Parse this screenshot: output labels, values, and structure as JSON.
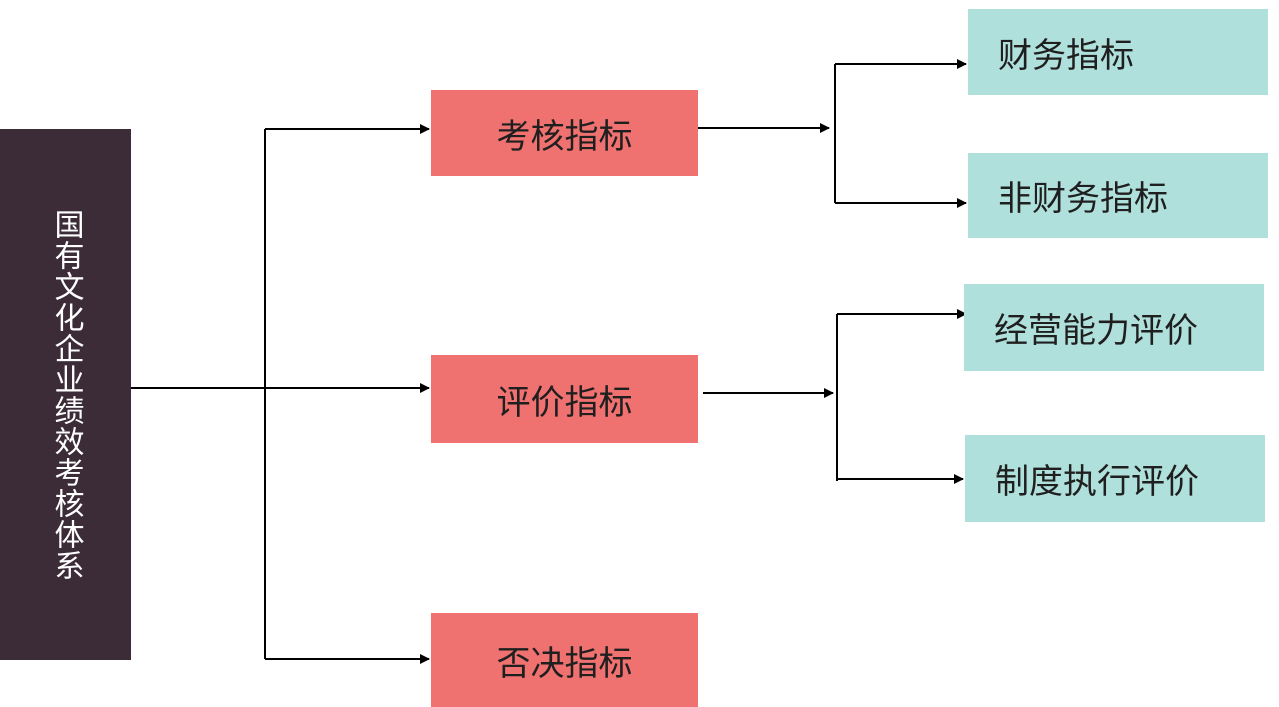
{
  "colors": {
    "root": "#3b2c38",
    "middle": "#ef7170",
    "leaf": "#b0e0dc",
    "line": "#000000"
  },
  "root": {
    "label": "国有文化企业绩效考核体系"
  },
  "middle": [
    {
      "label": "考核指标"
    },
    {
      "label": "评价指标"
    },
    {
      "label": "否决指标"
    }
  ],
  "leaves": [
    {
      "label": "财务指标"
    },
    {
      "label": "非财务指标"
    },
    {
      "label": "经营能力评价"
    },
    {
      "label": "制度执行评价"
    }
  ]
}
